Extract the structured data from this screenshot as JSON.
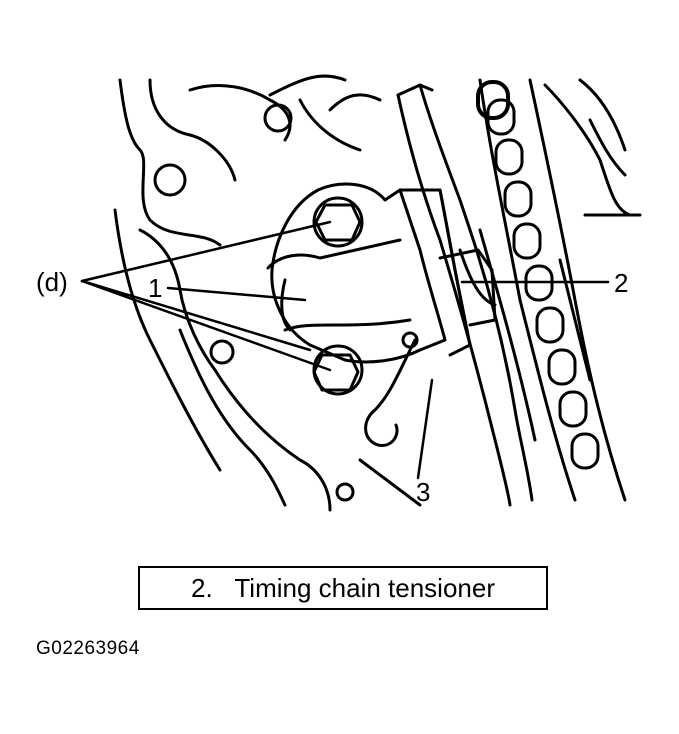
{
  "callouts": {
    "d": "(d)",
    "one": "1",
    "two": "2",
    "three": "3"
  },
  "caption": {
    "number": "2.",
    "title": "Timing chain tensioner"
  },
  "figure_id": "G02263964"
}
